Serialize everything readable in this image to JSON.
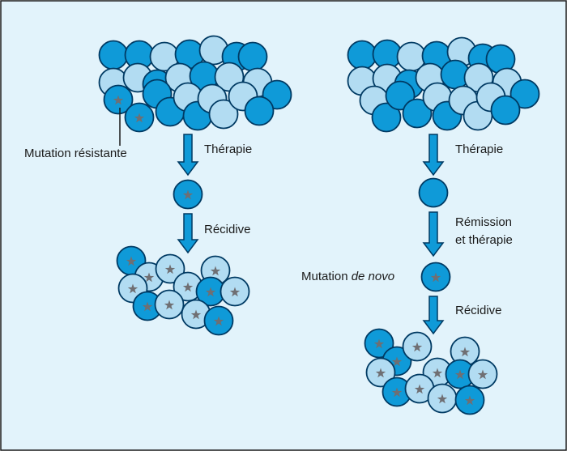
{
  "colors": {
    "background": "#e2f3fb",
    "border": "#1a1a1a",
    "cell_dark": "#0f9ad8",
    "cell_light": "#b2dcf2",
    "cell_stroke": "#003a63",
    "arrow": "#0f9ad8",
    "star": "#6f6f73"
  },
  "labels": {
    "left_mutation": "Mutation résistante",
    "left_therapy": "Thérapie",
    "left_recurrence": "Récidive",
    "right_therapy": "Thérapie",
    "right_remission_1": "Rémission",
    "right_remission_2": "et thérapie",
    "right_mutation_prefix": "Mutation ",
    "right_mutation_italic": "de novo",
    "right_recurrence": "Récidive"
  },
  "icons": {
    "cell": "circle",
    "mutation_marker": "star-icon",
    "flow_arrow": "down-arrow-icon"
  }
}
